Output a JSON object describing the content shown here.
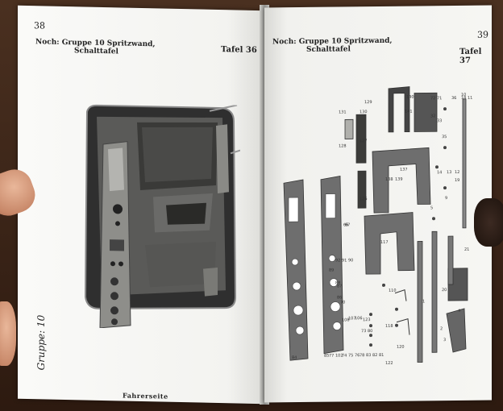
{
  "left_page": {
    "page_number": "38",
    "header_line1": "Noch: Gruppe 10 Spritzwand,",
    "header_line2": "Schalttafel",
    "tafel": "Tafel 36",
    "gruppe_label": "Gruppe: 10",
    "footer": "Fahrerseite"
  },
  "right_page": {
    "page_number": "39",
    "header_line1": "Noch: Gruppe 10 Spritzwand,",
    "header_line2": "Schalttafel",
    "tafel": "Tafel 37",
    "part_numbers": [
      "131",
      "128",
      "127",
      "130",
      "129",
      "141",
      "140",
      "139",
      "138",
      "126",
      "117",
      "137",
      "72",
      "71",
      "36",
      "18",
      "14",
      "13",
      "12",
      "10",
      "32",
      "33",
      "11",
      "35",
      "91",
      "90",
      "92",
      "89",
      "88",
      "67",
      "84",
      "85",
      "86",
      "87",
      "66",
      "70",
      "4",
      "20",
      "21",
      "2",
      "1",
      "9",
      "5",
      "3",
      "19",
      "110",
      "118",
      "120",
      "122",
      "123",
      "106",
      "107",
      "108",
      "102",
      "74",
      "75",
      "76",
      "77",
      "73",
      "78",
      "83",
      "82",
      "81",
      "80"
    ]
  },
  "colors": {
    "book_page": "#f4f4f1",
    "photo_dark": "#3b3b3b",
    "part_gray": "#6e6e6e"
  }
}
